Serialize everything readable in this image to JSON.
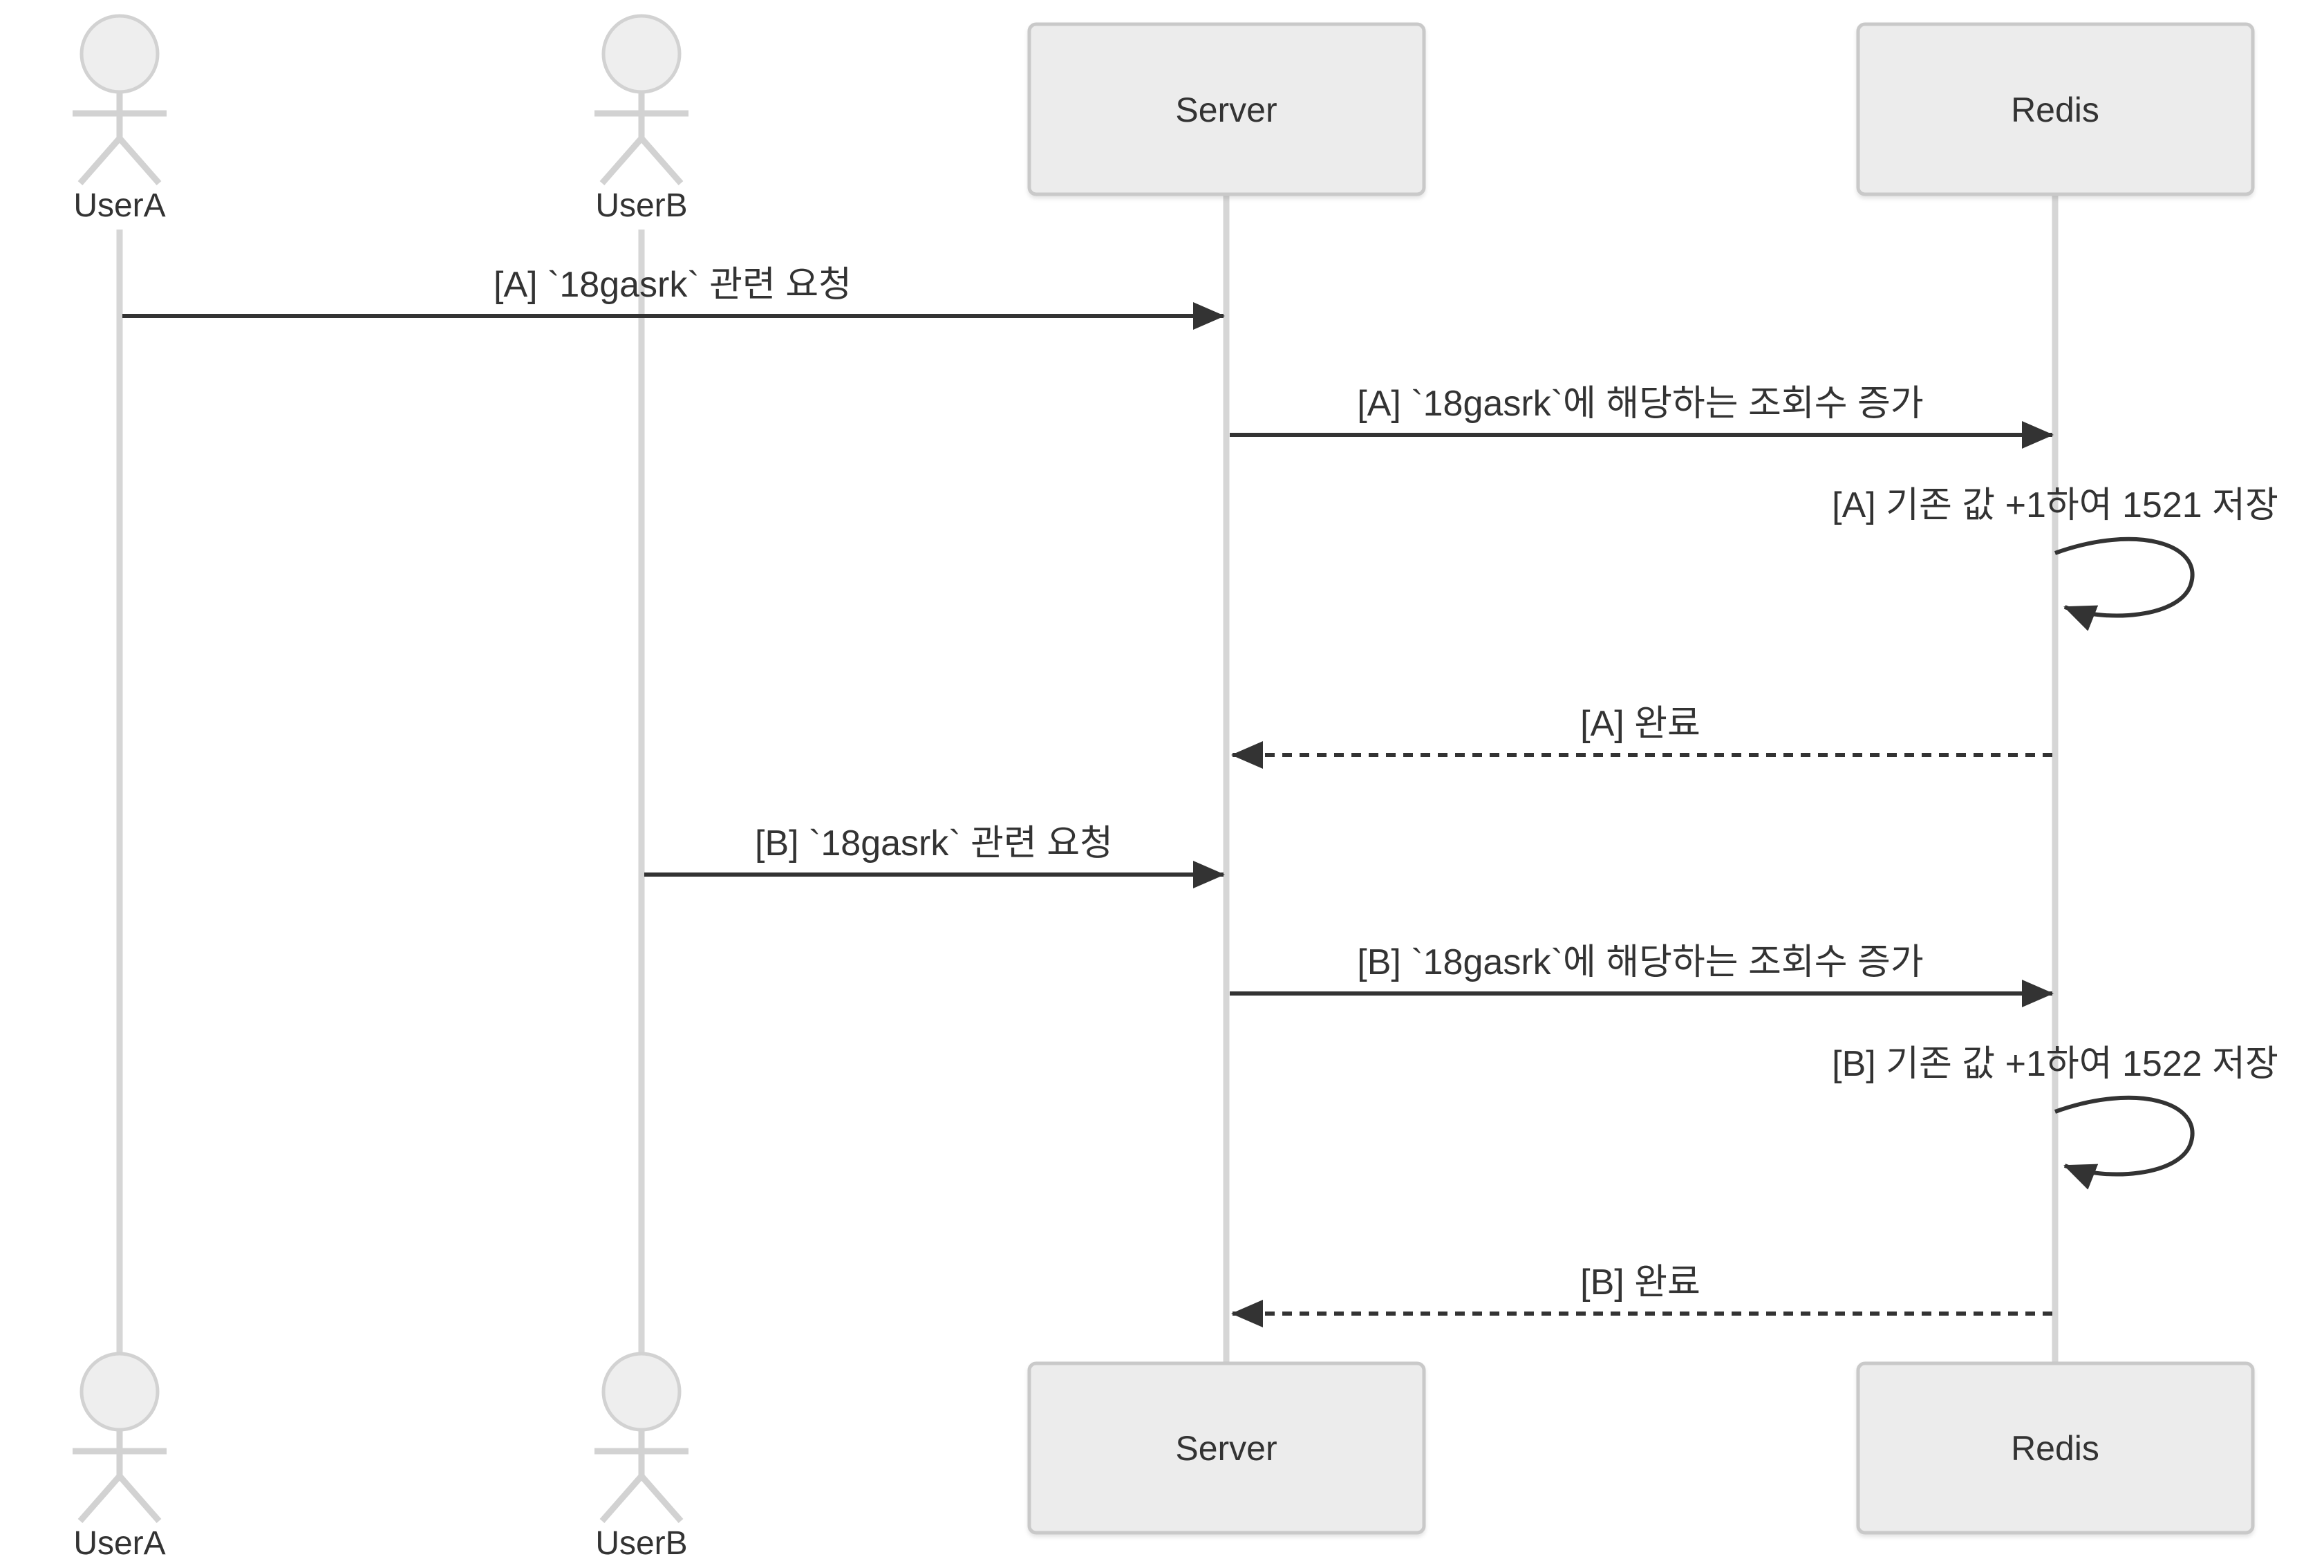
{
  "diagram": {
    "type": "sequence-diagram",
    "actors": [
      {
        "id": "userA",
        "label": "UserA"
      },
      {
        "id": "userB",
        "label": "UserB"
      }
    ],
    "participants": [
      {
        "id": "server",
        "label": "Server"
      },
      {
        "id": "redis",
        "label": "Redis"
      }
    ],
    "messages": [
      {
        "from": "UserA",
        "to": "Server",
        "style": "solid",
        "label": "[A] `18gasrk` 관련 요청"
      },
      {
        "from": "Server",
        "to": "Redis",
        "style": "solid",
        "label": "[A] `18gasrk`에 해당하는 조회수 증가"
      },
      {
        "from": "Redis",
        "to": "Redis",
        "style": "self-loop",
        "label": "[A] 기존 값 +1하여 1521 저장"
      },
      {
        "from": "Redis",
        "to": "Server",
        "style": "dashed",
        "label": "[A] 완료"
      },
      {
        "from": "UserB",
        "to": "Server",
        "style": "solid",
        "label": "[B] `18gasrk` 관련 요청"
      },
      {
        "from": "Server",
        "to": "Redis",
        "style": "solid",
        "label": "[B] `18gasrk`에 해당하는 조회수 증가"
      },
      {
        "from": "Redis",
        "to": "Redis",
        "style": "self-loop",
        "label": "[B] 기존 값 +1하여 1522 저장"
      },
      {
        "from": "Redis",
        "to": "Server",
        "style": "dashed",
        "label": "[B] 완료"
      }
    ],
    "colors": {
      "background": "#ffffff",
      "participant_box_fill": "#ececec",
      "participant_box_border": "#c9c9c9",
      "lifeline": "#d6d6d6",
      "actor_figure": "#d2d2d2",
      "message_line": "#333333",
      "text": "#333333"
    }
  }
}
